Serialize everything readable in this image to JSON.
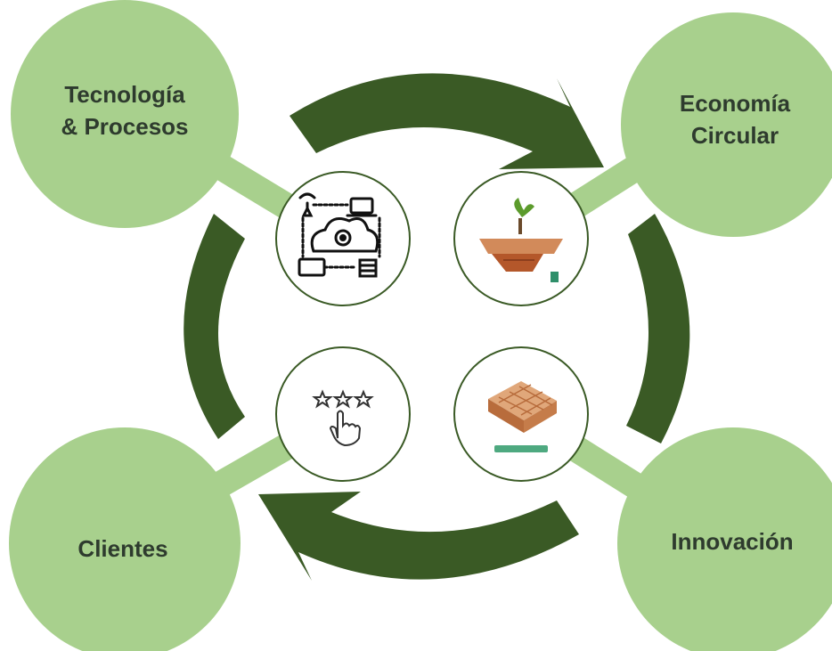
{
  "nodes": {
    "tecnologia": {
      "line1": "Tecnología",
      "line2": "& Procesos",
      "icon": "cloud-network-gear-icon"
    },
    "economia": {
      "line1": "Economía",
      "line2": "Circular",
      "icon": "wooden-pallet-plant-icon"
    },
    "clientes": {
      "line1": "Clientes",
      "icon": "hand-tap-stars-icon"
    },
    "innovacion": {
      "line1": "Innovación",
      "icon": "pallet-box-icon"
    }
  },
  "colors": {
    "big_circle": "#a8d08d",
    "connector": "#a8d08d",
    "arrow": "#3a5a25",
    "small_circle_border": "#3a5a25",
    "label_text": "#2e3b2e"
  }
}
